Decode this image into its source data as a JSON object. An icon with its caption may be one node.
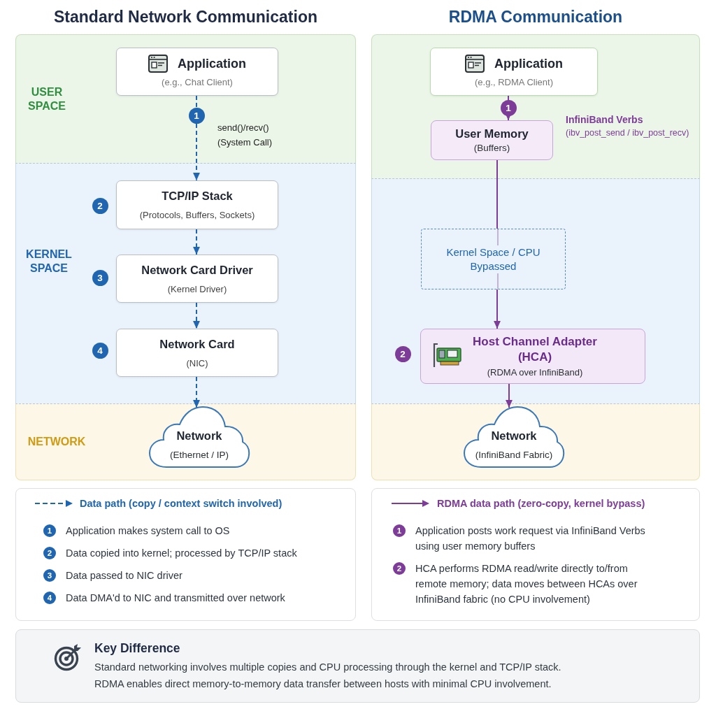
{
  "diagram": {
    "nodes": [
      {
        "text": [
          "USER SPACE"
        ]
      },
      {
        "text": [
          "Application",
          "(e.g., Chat Client)"
        ],
        "in": 0
      },
      {
        "text": [
          "KERNEL SPACE"
        ]
      },
      {
        "text": [
          "TCP/IP Stack",
          "(Protocols, Buffers, Sockets)"
        ],
        "in": 2,
        "beside": [
          "2"
        ]
      },
      {
        "text": [
          "Network Card Driver",
          "(Kernel Driver)"
        ],
        "in": 2,
        "beside": [
          "3"
        ]
      },
      {
        "text": [
          "Network Card",
          "(NIC)"
        ],
        "in": 2,
        "beside": [
          "4"
        ]
      },
      {
        "text": [
          "NETWORK"
        ]
      },
      {
        "text": [
          "Network",
          "(Ethernet / IP)"
        ],
        "in": 6
      },
      {
        "text": [],
        "shape": "band"
      },
      {
        "text": [
          "Application",
          "(e.g., RDMA Client)"
        ],
        "in": 8
      },
      {
        "text": [
          "User Memory",
          "(Buffers)"
        ],
        "in": 8
      },
      {
        "text": [],
        "shape": "band"
      },
      {
        "text": [
          "Kernel Space / CPU Bypassed"
        ],
        "in": 11
      },
      {
        "text": [
          "Host Channel Adapter (HCA)",
          "(RDMA over InfiniBand)"
        ],
        "in": 11,
        "beside": [
          "2"
        ]
      },
      {
        "text": [],
        "shape": "band"
      },
      {
        "text": [
          "Network",
          "(InfiniBand Fabric)"
        ],
        "in": 14
      },
      {
        "text": [
          "Key Difference",
          "Standard networking involves multiple copies and CPU processing through the kernel and TCP/IP stack.",
          "RDMA enables direct memory-to-memory data transfer between hosts with minimal CPU involvement."
        ]
      }
    ],
    "edges": [
      {
        "from": 1,
        "to": 3,
        "arrow": "to",
        "style": "dashed",
        "label": "send()/recv() (System Call)"
      },
      {
        "from": 3,
        "to": 4,
        "arrow": "to",
        "style": "dashed"
      },
      {
        "from": 4,
        "to": 5,
        "arrow": "to",
        "style": "dashed"
      },
      {
        "from": 5,
        "to": 7,
        "arrow": "to",
        "style": "dashed"
      },
      {
        "from": 9,
        "to": 10,
        "arrow": "to",
        "color": "#7d3c98"
      },
      {
        "from": 10,
        "to": 12,
        "arrow": "none",
        "color": "#7d3c98"
      },
      {
        "from": 12,
        "to": 13,
        "arrow": "to",
        "color": "#7d3c98"
      },
      {
        "from": 13,
        "to": 15,
        "arrow": "to",
        "color": "#7d3c98"
      }
    ],
    "labels": [
      "Standard Network Communication",
      "RDMA Communication",
      "1",
      "1",
      "InfiniBand Verbs",
      "(ibv_post_send / ibv_post_recv)",
      "1",
      "Application makes system call to OS",
      "2",
      "Data copied into kernel; processed by TCP/IP stack",
      "3",
      "Data passed to NIC driver",
      "4",
      "Data DMA'd to NIC and transmitted over network",
      "1",
      "Application posts work request via InfiniBand Verbs using user memory buffers",
      "2",
      "HCA performs RDMA read/write directly to/from remote memory; data moves between HCAs over InfiniBand fabric (no CPU involvement)"
    ],
    "legend": [
      {
        "text": "Data path (copy / context switch involved)"
      },
      {
        "text": "RDMA data path (zero-copy, kernel bypass)"
      }
    ]
  }
}
